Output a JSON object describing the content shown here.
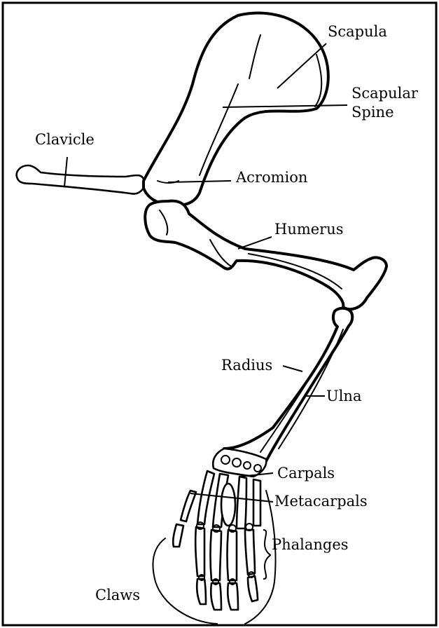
{
  "labels": {
    "scapula": "Scapula",
    "scapular_spine_line1": "Scapular",
    "scapular_spine_line2": "Spine",
    "clavicle": "Clavicle",
    "acromion": "Acromion",
    "humerus": "Humerus",
    "radius": "Radius",
    "ulna": "Ulna",
    "carpals": "Carpals",
    "metacarpals": "Metacarpals",
    "phalanges": "Phalanges",
    "claws": "Claws"
  }
}
